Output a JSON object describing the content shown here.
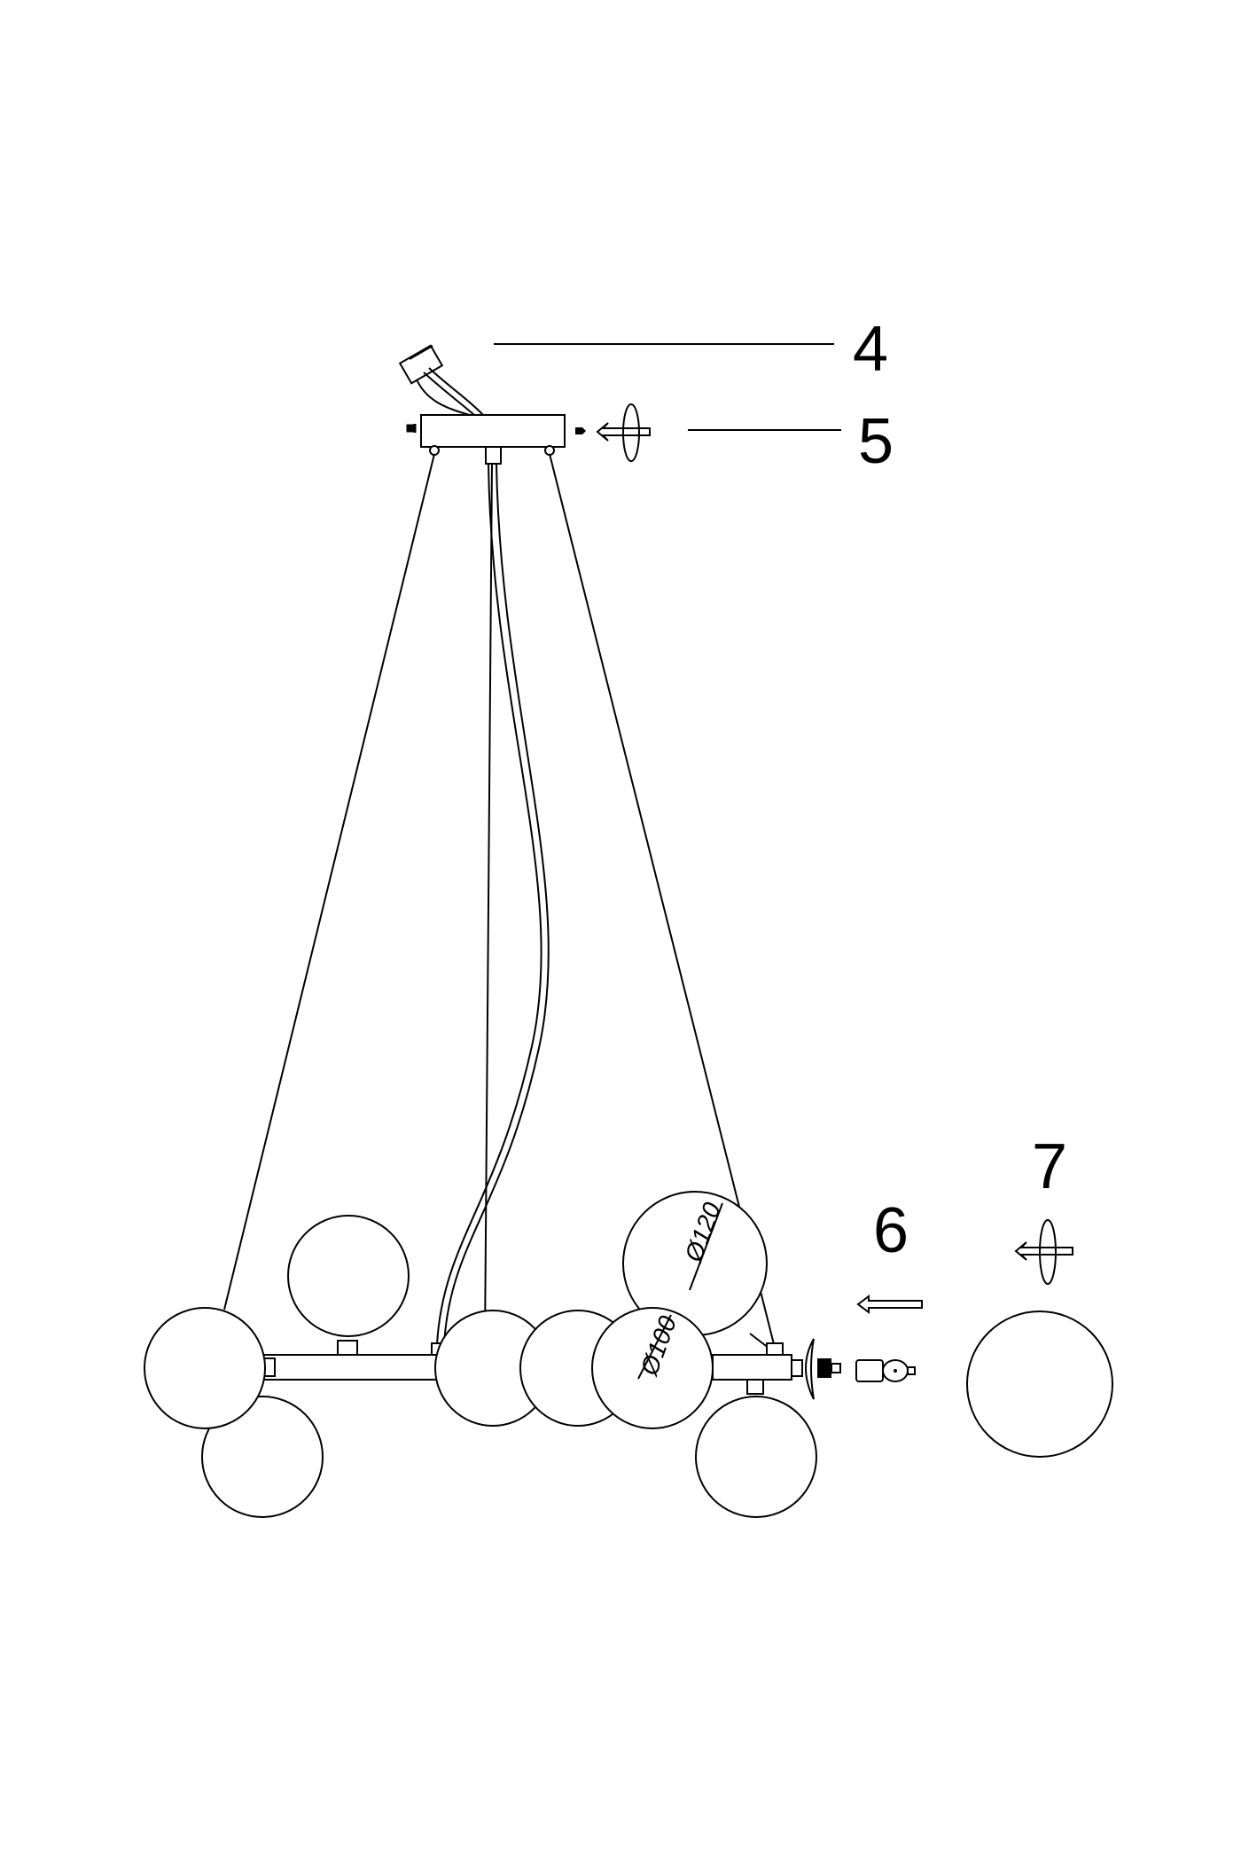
{
  "diagram": {
    "step_labels": {
      "step4": "4",
      "step5": "5",
      "step6": "6",
      "step7": "7"
    },
    "dimensions": {
      "large_globe": "Ø120",
      "small_globe": "Ø100"
    },
    "colors": {
      "line": "#000000",
      "background": "#ffffff"
    }
  }
}
